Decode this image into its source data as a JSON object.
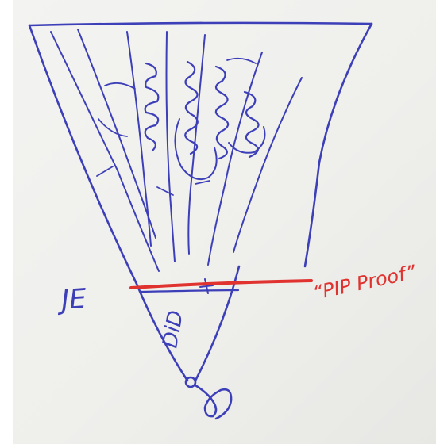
{
  "labels": {
    "left": "JE",
    "bottom": "DiD",
    "right": "“PIP Proof”"
  },
  "colors": {
    "blue_ink": "#3d3fb8",
    "red_ink": "#e0322f",
    "board": "#f1f1ef",
    "background": "#ffffff"
  }
}
